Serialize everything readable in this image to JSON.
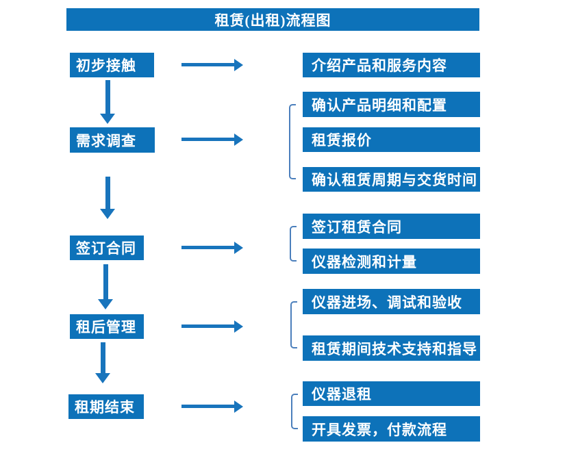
{
  "title": "租赁(出租)流程图",
  "colors": {
    "primary": "#0d72b9",
    "arrow": "#1874bc",
    "bracket": "#4b7fbc",
    "text": "#ffffff"
  },
  "chart_data": {
    "type": "flowchart",
    "title": "租赁(出租)流程图",
    "steps": [
      {
        "label": "初步接触",
        "outputs": [
          "介绍产品和服务内容"
        ]
      },
      {
        "label": "需求调查",
        "outputs": [
          "确认产品明细和配置",
          "租赁报价",
          "确认租赁周期与交货时间"
        ]
      },
      {
        "label": "签订合同",
        "outputs": [
          "签订租赁合同",
          "仪器检测和计量"
        ]
      },
      {
        "label": "租后管理",
        "outputs": [
          "仪器进场、调试和验收",
          "租赁期间技术支持和指导"
        ]
      },
      {
        "label": "租期结束",
        "outputs": [
          "仪器退租",
          "开具发票，付款流程"
        ]
      }
    ]
  },
  "steps": [
    {
      "label": "初步接触",
      "outputs": [
        "介绍产品和服务内容"
      ]
    },
    {
      "label": "需求调查",
      "outputs": [
        "确认产品明细和配置",
        "租赁报价",
        "确认租赁周期与交货时间"
      ]
    },
    {
      "label": "签订合同",
      "outputs": [
        "签订租赁合同",
        "仪器检测和计量"
      ]
    },
    {
      "label": "租后管理",
      "outputs": [
        "仪器进场、调试和验收",
        "租赁期间技术支持和指导"
      ]
    },
    {
      "label": "租期结束",
      "outputs": [
        "仪器退租",
        "开具发票，付款流程"
      ]
    }
  ]
}
